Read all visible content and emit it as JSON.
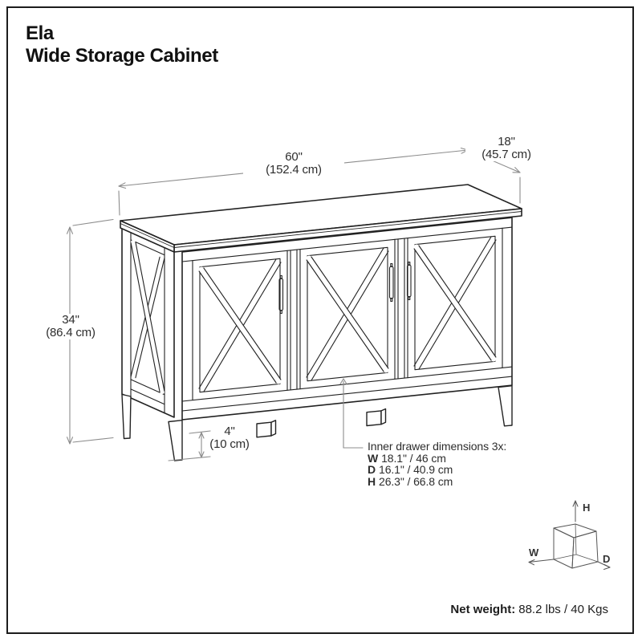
{
  "title": {
    "line1": "Ela",
    "line2": "Wide Storage Cabinet"
  },
  "dimensions": {
    "width": {
      "inches": "60\"",
      "metric": "(152.4 cm)"
    },
    "depth": {
      "inches": "18\"",
      "metric": "(45.7 cm)"
    },
    "height": {
      "inches": "34\"",
      "metric": "(86.4 cm)"
    },
    "leg_height": {
      "inches": "4\"",
      "metric": "(10 cm)"
    }
  },
  "drawer_note": {
    "heading": "Inner drawer dimensions 3x:",
    "rows": [
      {
        "key": "W",
        "value": "18.1\" / 46 cm"
      },
      {
        "key": "D",
        "value": "16.1\" / 40.9 cm"
      },
      {
        "key": "H",
        "value": "26.3\" / 66.8 cm"
      }
    ]
  },
  "axis_cube": {
    "height_label": "H",
    "width_label": "W",
    "depth_label": "D"
  },
  "net_weight": {
    "label": "Net weight:",
    "value": "88.2 lbs / 40 Kgs"
  },
  "colors": {
    "cabinet_line": "#222222",
    "dimension_line": "#8c8c8c",
    "text": "#2d2d2d"
  }
}
